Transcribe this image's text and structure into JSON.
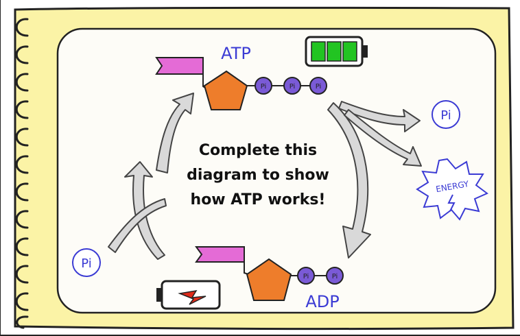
{
  "title_lines": [
    "Complete this",
    "diagram to show",
    "how ATP works!"
  ],
  "labels": {
    "atp": "ATP",
    "adp": "ADP",
    "pi_symbol": "Pi",
    "phosphate_circle": "Pi",
    "energy": "ENERGY"
  },
  "colors": {
    "notebook_page": "#fbf3a6",
    "card": "#fdfcf7",
    "tail_pink": "#e46bd6",
    "pentagon_orange": "#ee7d2b",
    "phosphate_purple": "#7a5ad6",
    "label_blue": "#3b3bd4",
    "battery_green": "#22c422",
    "battery_red": "#e02a1a",
    "arrow_gray": "#d9d9d9"
  },
  "icons": {
    "full_battery": "battery-full-icon",
    "empty_battery": "battery-empty-lightning-icon",
    "energy_burst": "energy-starburst-icon"
  }
}
